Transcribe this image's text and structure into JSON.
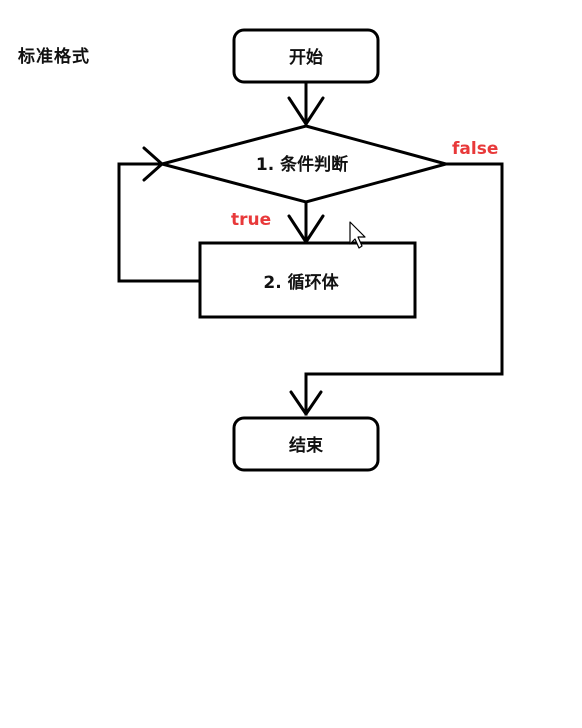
{
  "title": "标准格式",
  "nodes": {
    "start": "开始",
    "condition": "1. 条件判断",
    "body": "2. 循环体",
    "end": "结束"
  },
  "edges": {
    "true_label": "true",
    "false_label": "false"
  },
  "colors": {
    "stroke": "#000000",
    "edge_label": "#e8393a",
    "text": "#111111"
  }
}
